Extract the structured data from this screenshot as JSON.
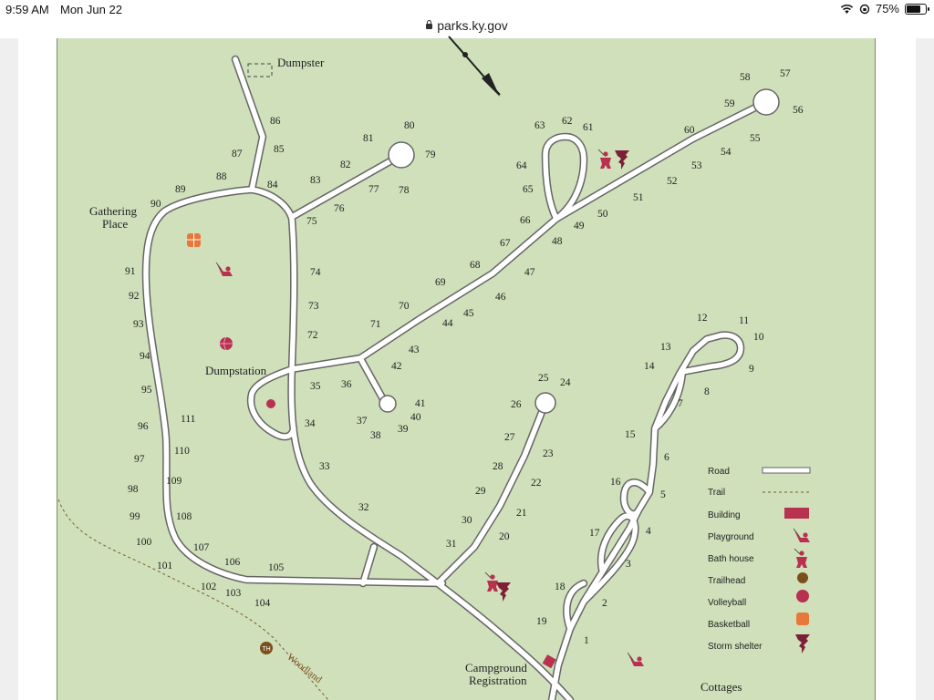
{
  "status_bar": {
    "time": "9:59 AM",
    "date": "Mon Jun 22",
    "battery": "75%",
    "battery_level": 0.75
  },
  "browser": {
    "url": "parks.ky.gov"
  },
  "map": {
    "places": {
      "dumpster": "Dumpster",
      "gathering_1": "Gathering",
      "gathering_2": "Place",
      "dumpstation": "Dumpstation",
      "registration_1": "Campground",
      "registration_2": "Registration",
      "cottages": "Cottages",
      "trail": "Woodland",
      "trailhead_badge": "TH"
    },
    "sites": {
      "1": "1",
      "2": "2",
      "3": "3",
      "4": "4",
      "5": "5",
      "6": "6",
      "7": "7",
      "8": "8",
      "9": "9",
      "10": "10",
      "11": "11",
      "12": "12",
      "13": "13",
      "14": "14",
      "15": "15",
      "16": "16",
      "17": "17",
      "18": "18",
      "19": "19",
      "20": "20",
      "21": "21",
      "22": "22",
      "23": "23",
      "24": "24",
      "25": "25",
      "26": "26",
      "27": "27",
      "28": "28",
      "29": "29",
      "30": "30",
      "31": "31",
      "32": "32",
      "33": "33",
      "34": "34",
      "35": "35",
      "36": "36",
      "37": "37",
      "38": "38",
      "39": "39",
      "40": "40",
      "41": "41",
      "42": "42",
      "43": "43",
      "44": "44",
      "45": "45",
      "46": "46",
      "47": "47",
      "48": "48",
      "49": "49",
      "50": "50",
      "51": "51",
      "52": "52",
      "53": "53",
      "54": "54",
      "55": "55",
      "56": "56",
      "57": "57",
      "58": "58",
      "59": "59",
      "60": "60",
      "61": "61",
      "62": "62",
      "63": "63",
      "64": "64",
      "65": "65",
      "66": "66",
      "67": "67",
      "68": "68",
      "69": "69",
      "70": "70",
      "71": "71",
      "72": "72",
      "73": "73",
      "74": "74",
      "75": "75",
      "76": "76",
      "77": "77",
      "78": "78",
      "79": "79",
      "80": "80",
      "81": "81",
      "82": "82",
      "83": "83",
      "84": "84",
      "85": "85",
      "86": "86",
      "87": "87",
      "88": "88",
      "89": "89",
      "90": "90",
      "91": "91",
      "92": "92",
      "93": "93",
      "94": "94",
      "95": "95",
      "96": "96",
      "97": "97",
      "98": "98",
      "99": "99",
      "100": "100",
      "101": "101",
      "102": "102",
      "103": "103",
      "104": "104",
      "105": "105",
      "106": "106",
      "107": "107",
      "108": "108",
      "109": "109",
      "110": "110",
      "111": "111"
    },
    "legend": {
      "road": "Road",
      "trail": "Trail",
      "building": "Building",
      "playground": "Playground",
      "bath_house": "Bath house",
      "trailhead": "Trailhead",
      "volleyball": "Volleyball",
      "basketball": "Basketball",
      "storm_shelter": "Storm shelter"
    },
    "colors": {
      "land": "#cfe0bb",
      "road": "#ffffff",
      "building": "#b8314f",
      "trailhead": "#7b4f1c",
      "basketball": "#e8783a",
      "text": "#222222"
    }
  }
}
